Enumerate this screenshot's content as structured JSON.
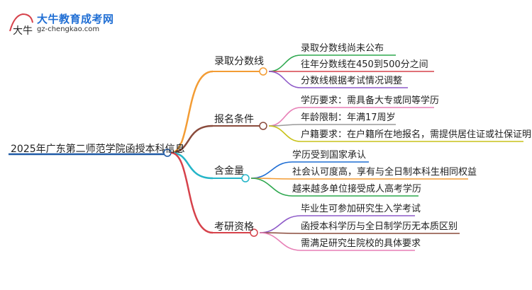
{
  "logo": {
    "name": "大牛教育成考网",
    "url": "gz-chengkao.com",
    "mark_text": "大牛"
  },
  "root": {
    "label": "2025年广东第二师范学院函授本科信息",
    "color": "#1f5aa6"
  },
  "branches": [
    {
      "label": "录取分数线",
      "color": "#f39c34",
      "children": [
        {
          "label": "录取分数线尚未公布",
          "color": "#2ea84f"
        },
        {
          "label": "往年分数线在450到500分之间",
          "color": "#d6424b"
        },
        {
          "label": "分数线根据考试情况调整",
          "color": "#8e5ac8"
        }
      ]
    },
    {
      "label": "报名条件",
      "color": "#8a4b3c",
      "children": [
        {
          "label": "学历要求：需具备大专或同等学历",
          "color": "#e77fb6"
        },
        {
          "label": "年龄限制：年满17周岁",
          "color": "#9a9a9a"
        },
        {
          "label": "户籍要求：在户籍所在地报名，需提供居住证或社保证明",
          "color": "#c8c21a"
        }
      ]
    },
    {
      "label": "含金量",
      "color": "#24b5c8",
      "children": [
        {
          "label": "学历受到国家承认",
          "color": "#1f6ed4"
        },
        {
          "label": "社会认可度高，享有与全日制本科生相同权益",
          "color": "#f39c34"
        },
        {
          "label": "越来越多单位接受成人高考学历",
          "color": "#2ea84f"
        }
      ]
    },
    {
      "label": "考研资格",
      "color": "#d6424b",
      "children": [
        {
          "label": "毕业生可参加研究生入学考试",
          "color": "#8e5ac8"
        },
        {
          "label": "函授本科学历与全日制学历无本质区别",
          "color": "#8a4b3c"
        },
        {
          "label": "需满足研究生院校的具体要求",
          "color": "#e77fb6"
        }
      ]
    }
  ]
}
